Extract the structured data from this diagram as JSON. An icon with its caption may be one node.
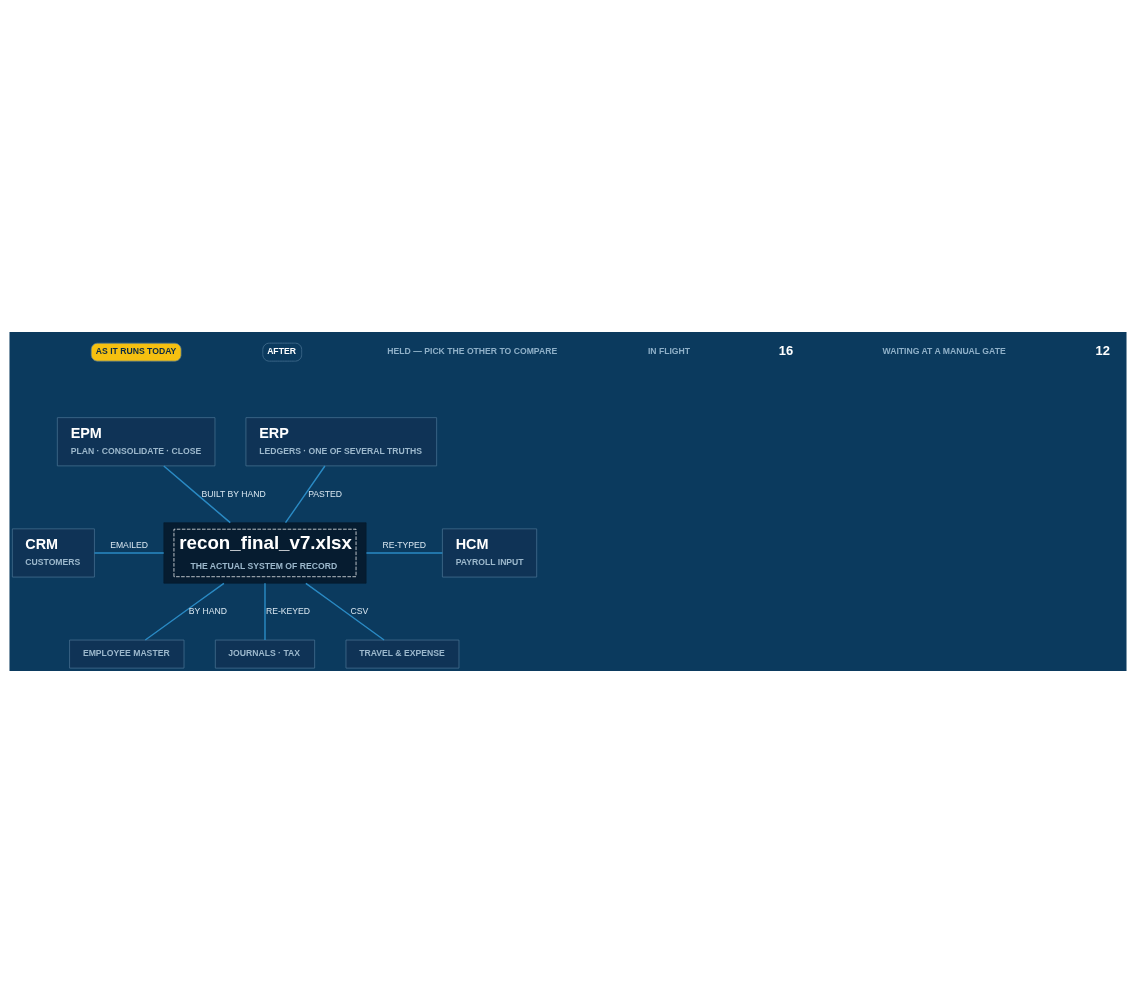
{
  "diagram": {
    "nodes": [
      {
        "text": [
          "EPM",
          "PLAN · CONSOLIDATE · CLOSE"
        ]
      },
      {
        "text": [
          "ERP",
          "LEDGERS · ONE OF SEVERAL TRUTHS"
        ]
      },
      {
        "text": [
          "CRM",
          "CUSTOMERS"
        ]
      },
      {
        "text": [
          "recon_final_v7.xlsx",
          "THE ACTUAL SYSTEM OF RECORD"
        ]
      },
      {
        "text": [
          "HCM",
          "PAYROLL INPUT"
        ]
      },
      {
        "text": [
          "EMPLOYEE MASTER"
        ]
      },
      {
        "text": [
          "JOURNALS · TAX"
        ]
      },
      {
        "text": [
          "TRAVEL & EXPENSE"
        ]
      }
    ],
    "edges": [
      {
        "from": 0,
        "to": 3,
        "arrow": "none",
        "label": "BUILT BY HAND"
      },
      {
        "from": 1,
        "to": 3,
        "arrow": "none",
        "label": "PASTED"
      },
      {
        "from": 2,
        "to": 3,
        "arrow": "none",
        "label": "EMAILED"
      },
      {
        "from": 3,
        "to": 4,
        "arrow": "none",
        "label": "RE-TYPED"
      },
      {
        "from": 3,
        "to": 5,
        "arrow": "none",
        "label": "BY HAND"
      },
      {
        "from": 3,
        "to": 6,
        "arrow": "none",
        "label": "RE-KEYED"
      },
      {
        "from": 3,
        "to": 7,
        "arrow": "none",
        "label": "CSV"
      }
    ],
    "labels": [
      "AS IT RUNS TODAY",
      "AFTER",
      "HELD — PICK THE OTHER TO COMPARE",
      "IN FLIGHT",
      "16",
      "WAITING AT A MANUAL GATE",
      "12"
    ]
  }
}
